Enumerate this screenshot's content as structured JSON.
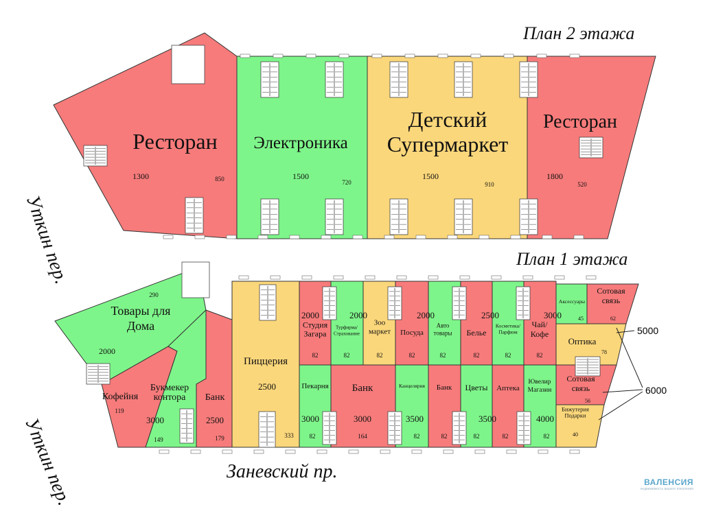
{
  "colors": {
    "red": "#f77b7b",
    "green": "#7ef58a",
    "yellow": "#fbd77b",
    "outline": "#333333"
  },
  "headings": {
    "floor2": "План  2 этажа",
    "floor1": "План  1 этажа"
  },
  "streets": {
    "utkin_upper": "Уткин пер.",
    "utkin_lower": "Уткин пер.",
    "zanevsky": "Заневский пр."
  },
  "legend": {
    "label_5000": "5000",
    "label_6000": "6000"
  },
  "brand": {
    "name": "ВАЛЕНСИЯ",
    "tagline": "недвижимость вашего поколения"
  },
  "floor2_units": [
    {
      "id": "u2-restaurant-left",
      "color": "red",
      "lines": [
        "Ресторан"
      ],
      "rent": "1300",
      "area": "850"
    },
    {
      "id": "u2-electronics",
      "color": "green",
      "lines": [
        "Электроника"
      ],
      "rent": "1500",
      "area": "720"
    },
    {
      "id": "u2-kids-supermarket",
      "color": "yellow",
      "lines": [
        "Детский",
        "Супермаркет"
      ],
      "rent": "1500",
      "area": "910"
    },
    {
      "id": "u2-restaurant-right",
      "color": "red",
      "lines": [
        "Ресторан"
      ],
      "rent": "1800",
      "area": "520"
    }
  ],
  "floor1_units": [
    {
      "id": "u1-home-goods",
      "color": "green",
      "lines": [
        "Товары для",
        "Дома"
      ],
      "rent": "2000",
      "area": "290"
    },
    {
      "id": "u1-coffee-house",
      "color": "red",
      "lines": [
        "Кофейня"
      ],
      "rent": "",
      "area": "119"
    },
    {
      "id": "u1-bookmaker",
      "color": "green",
      "lines": [
        "Букмекер",
        "контора"
      ],
      "rent": "3000",
      "area": "149"
    },
    {
      "id": "u1-bank-west",
      "color": "red",
      "lines": [
        "Банк"
      ],
      "rent": "2500",
      "area": "179"
    },
    {
      "id": "u1-pizzeria",
      "color": "yellow",
      "lines": [
        "Пиццерия"
      ],
      "rent": "2500",
      "area": "333"
    },
    {
      "id": "u1-tanning-studio",
      "color": "red",
      "lines": [
        "Студия",
        "Загара"
      ],
      "rent": "2000",
      "area": "82"
    },
    {
      "id": "u1-travel-insurance",
      "color": "green",
      "lines": [
        "Турфирма/",
        "Страхование"
      ],
      "rent": "2000",
      "area": "82"
    },
    {
      "id": "u1-pet-market",
      "color": "yellow",
      "lines": [
        "Зоо",
        "маркет"
      ],
      "rent": "",
      "area": "82"
    },
    {
      "id": "u1-tableware",
      "color": "red",
      "lines": [
        "Посуда"
      ],
      "rent": "2000",
      "area": "82"
    },
    {
      "id": "u1-auto-goods",
      "color": "green",
      "lines": [
        "Авто",
        "товары"
      ],
      "rent": "",
      "area": "82"
    },
    {
      "id": "u1-lingerie",
      "color": "red",
      "lines": [
        "Белье"
      ],
      "rent": "2500",
      "area": "82"
    },
    {
      "id": "u1-cosmetics",
      "color": "green",
      "lines": [
        "Косметика/",
        "Парфюм"
      ],
      "rent": "",
      "area": "82"
    },
    {
      "id": "u1-tea-coffee",
      "color": "red",
      "lines": [
        "Чай/",
        "Кофе"
      ],
      "rent": "3000",
      "area": "82"
    },
    {
      "id": "u1-accessories",
      "color": "green",
      "lines": [
        "Аксессуары"
      ],
      "rent": "",
      "area": "45"
    },
    {
      "id": "u1-mobile-top",
      "color": "red",
      "lines": [
        "Сотовая",
        "связь"
      ],
      "rent": "",
      "area": "62"
    },
    {
      "id": "u1-optics",
      "color": "yellow",
      "lines": [
        "Оптика"
      ],
      "rent": "",
      "area": "78"
    },
    {
      "id": "u1-bakery",
      "color": "green",
      "lines": [
        "Пекарня"
      ],
      "rent": "3000",
      "area": "82"
    },
    {
      "id": "u1-bank-mid",
      "color": "red",
      "lines": [
        "Банк"
      ],
      "rent": "3000",
      "area": "164"
    },
    {
      "id": "u1-stationery",
      "color": "green",
      "lines": [
        "Канцелярия"
      ],
      "rent": "3500",
      "area": "82"
    },
    {
      "id": "u1-bank-small",
      "color": "red",
      "lines": [
        "Банк"
      ],
      "rent": "",
      "area": "82"
    },
    {
      "id": "u1-flowers",
      "color": "green",
      "lines": [
        "Цветы"
      ],
      "rent": "3500",
      "area": "82"
    },
    {
      "id": "u1-pharmacy",
      "color": "red",
      "lines": [
        "Аптека"
      ],
      "rent": "",
      "area": "82"
    },
    {
      "id": "u1-jeweller",
      "color": "green",
      "lines": [
        "Ювелир",
        "Магазин"
      ],
      "rent": "4000",
      "area": "82"
    },
    {
      "id": "u1-mobile-bottom",
      "color": "red",
      "lines": [
        "Сотовая",
        "связь"
      ],
      "rent": "",
      "area": "56"
    },
    {
      "id": "u1-bijouterie-gifts",
      "color": "yellow",
      "lines": [
        "Бижутерия",
        "Подарки"
      ],
      "rent": "",
      "area": "40"
    }
  ]
}
